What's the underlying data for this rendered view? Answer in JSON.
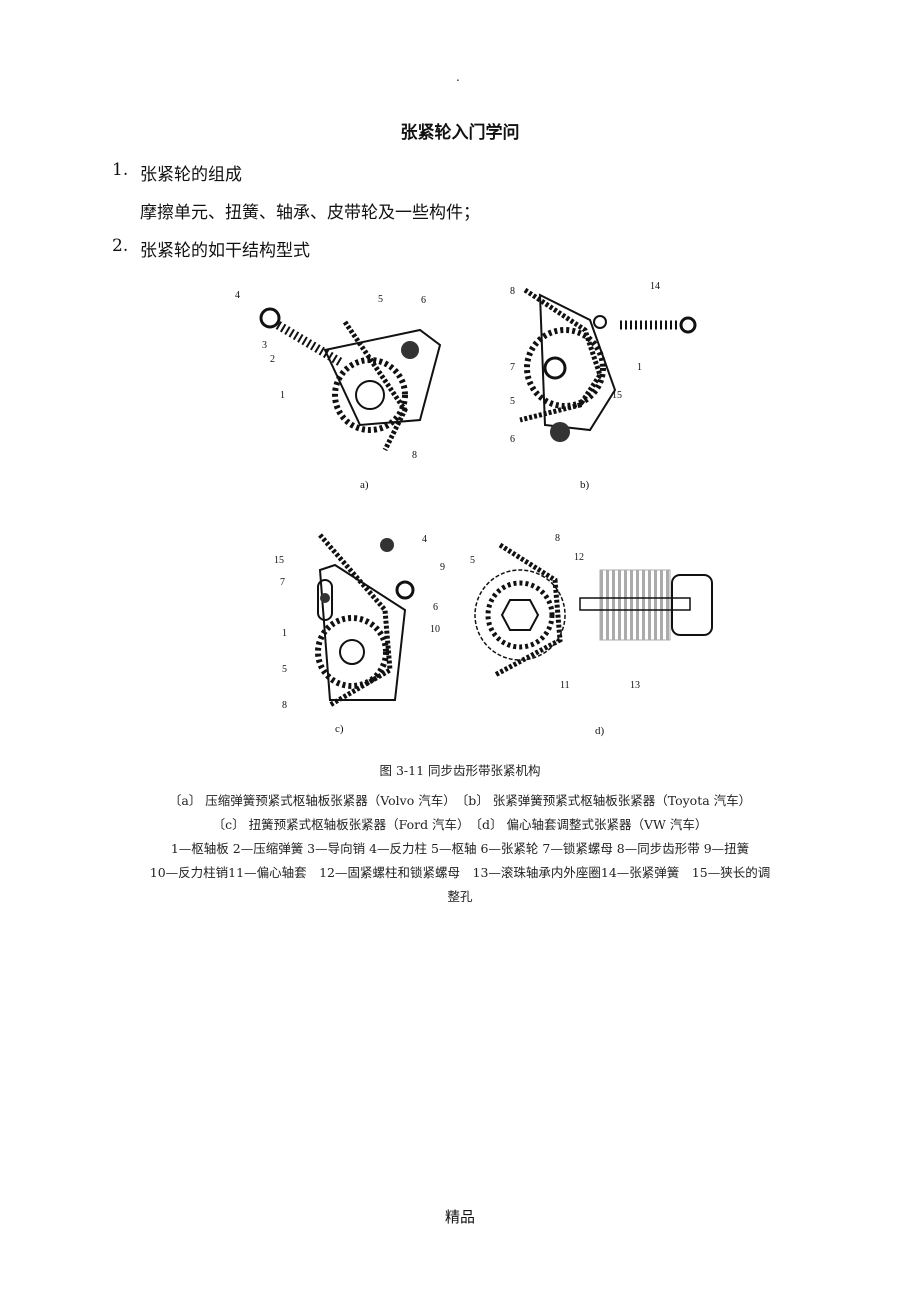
{
  "header_mark": ".",
  "title": "张紧轮入门学问",
  "sections": [
    {
      "num": "1.",
      "heading": "张紧轮的组成",
      "body": "摩擦单元、扭簧、轴承、皮带轮及一些构件；"
    },
    {
      "num": "2.",
      "heading": "张紧轮的如干结构型式"
    }
  ],
  "figure": {
    "panels": [
      {
        "id": "a)",
        "labels": [
          "4",
          "5",
          "6",
          "3",
          "2",
          "1",
          "8"
        ]
      },
      {
        "id": "b)",
        "labels": [
          "8",
          "14",
          "1",
          "7",
          "15",
          "5",
          "6"
        ]
      },
      {
        "id": "c)",
        "labels": [
          "15",
          "4",
          "9",
          "7",
          "6",
          "10",
          "1",
          "5",
          "8"
        ]
      },
      {
        "id": "d)",
        "labels": [
          "8",
          "5",
          "12",
          "11",
          "13"
        ]
      }
    ],
    "caption": "图 3-11 同步齿形带张紧机构",
    "legend_lines": [
      "〔a〕 压缩弹簧预紧式枢轴板张紧器（Volvo 汽车）　〔b〕 张紧弹簧预紧式枢轴板张紧器（Toyota 汽车）",
      "〔c〕 扭簧预紧式枢轴板张紧器（Ford 汽车）　〔d〕 偏心轴套调整式张紧器（VW 汽车）",
      "1—枢轴板 2—压缩弹簧 3—导向销 4—反力柱 5—枢轴 6—张紧轮 7—锁紧螺母 8—同步齿形带 9—扭簧",
      "10—反力柱销11—偏心轴套　12—固紧螺柱和锁紧螺母　13—滚珠轴承内外座圈14—张紧弹簧　15—狭长的调",
      "整孔"
    ]
  },
  "footer": "精品"
}
